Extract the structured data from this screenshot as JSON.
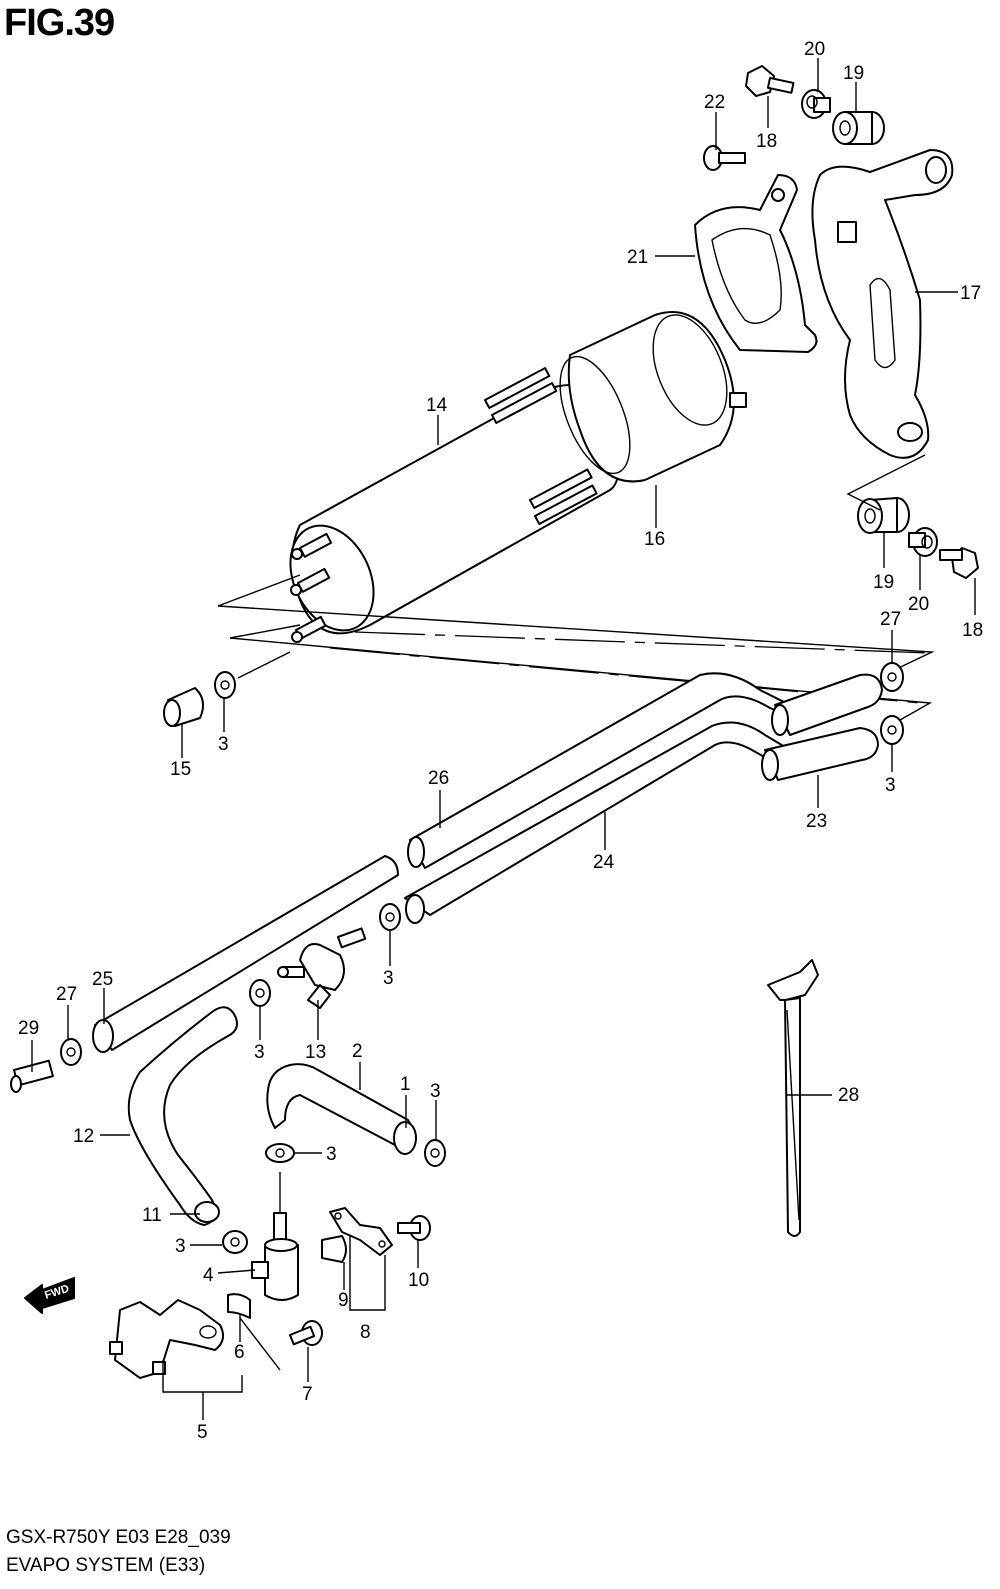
{
  "header": {
    "title": "FIG.39"
  },
  "footer": {
    "model_line": "GSX-R750Y E03 E28_039",
    "system_line": "EVAPO SYSTEM (E33)"
  },
  "direction_badge": {
    "label": "FWD"
  },
  "callouts": [
    {
      "id": "c1",
      "text": "1"
    },
    {
      "id": "c2",
      "text": "2"
    },
    {
      "id": "c3a",
      "text": "3"
    },
    {
      "id": "c3b",
      "text": "3"
    },
    {
      "id": "c3c",
      "text": "3"
    },
    {
      "id": "c3d",
      "text": "3"
    },
    {
      "id": "c3e",
      "text": "3"
    },
    {
      "id": "c3f",
      "text": "3"
    },
    {
      "id": "c3g",
      "text": "3"
    },
    {
      "id": "c4",
      "text": "4"
    },
    {
      "id": "c5",
      "text": "5"
    },
    {
      "id": "c6",
      "text": "6"
    },
    {
      "id": "c7",
      "text": "7"
    },
    {
      "id": "c8",
      "text": "8"
    },
    {
      "id": "c9",
      "text": "9"
    },
    {
      "id": "c10",
      "text": "10"
    },
    {
      "id": "c11",
      "text": "11"
    },
    {
      "id": "c12",
      "text": "12"
    },
    {
      "id": "c13",
      "text": "13"
    },
    {
      "id": "c14",
      "text": "14"
    },
    {
      "id": "c15",
      "text": "15"
    },
    {
      "id": "c16",
      "text": "16"
    },
    {
      "id": "c17",
      "text": "17"
    },
    {
      "id": "c18a",
      "text": "18"
    },
    {
      "id": "c18b",
      "text": "18"
    },
    {
      "id": "c19a",
      "text": "19"
    },
    {
      "id": "c19b",
      "text": "19"
    },
    {
      "id": "c20a",
      "text": "20"
    },
    {
      "id": "c20b",
      "text": "20"
    },
    {
      "id": "c21",
      "text": "21"
    },
    {
      "id": "c22",
      "text": "22"
    },
    {
      "id": "c23",
      "text": "23"
    },
    {
      "id": "c24",
      "text": "24"
    },
    {
      "id": "c25",
      "text": "25"
    },
    {
      "id": "c26",
      "text": "26"
    },
    {
      "id": "c27a",
      "text": "27"
    },
    {
      "id": "c27b",
      "text": "27"
    },
    {
      "id": "c28",
      "text": "28"
    },
    {
      "id": "c29",
      "text": "29"
    }
  ]
}
